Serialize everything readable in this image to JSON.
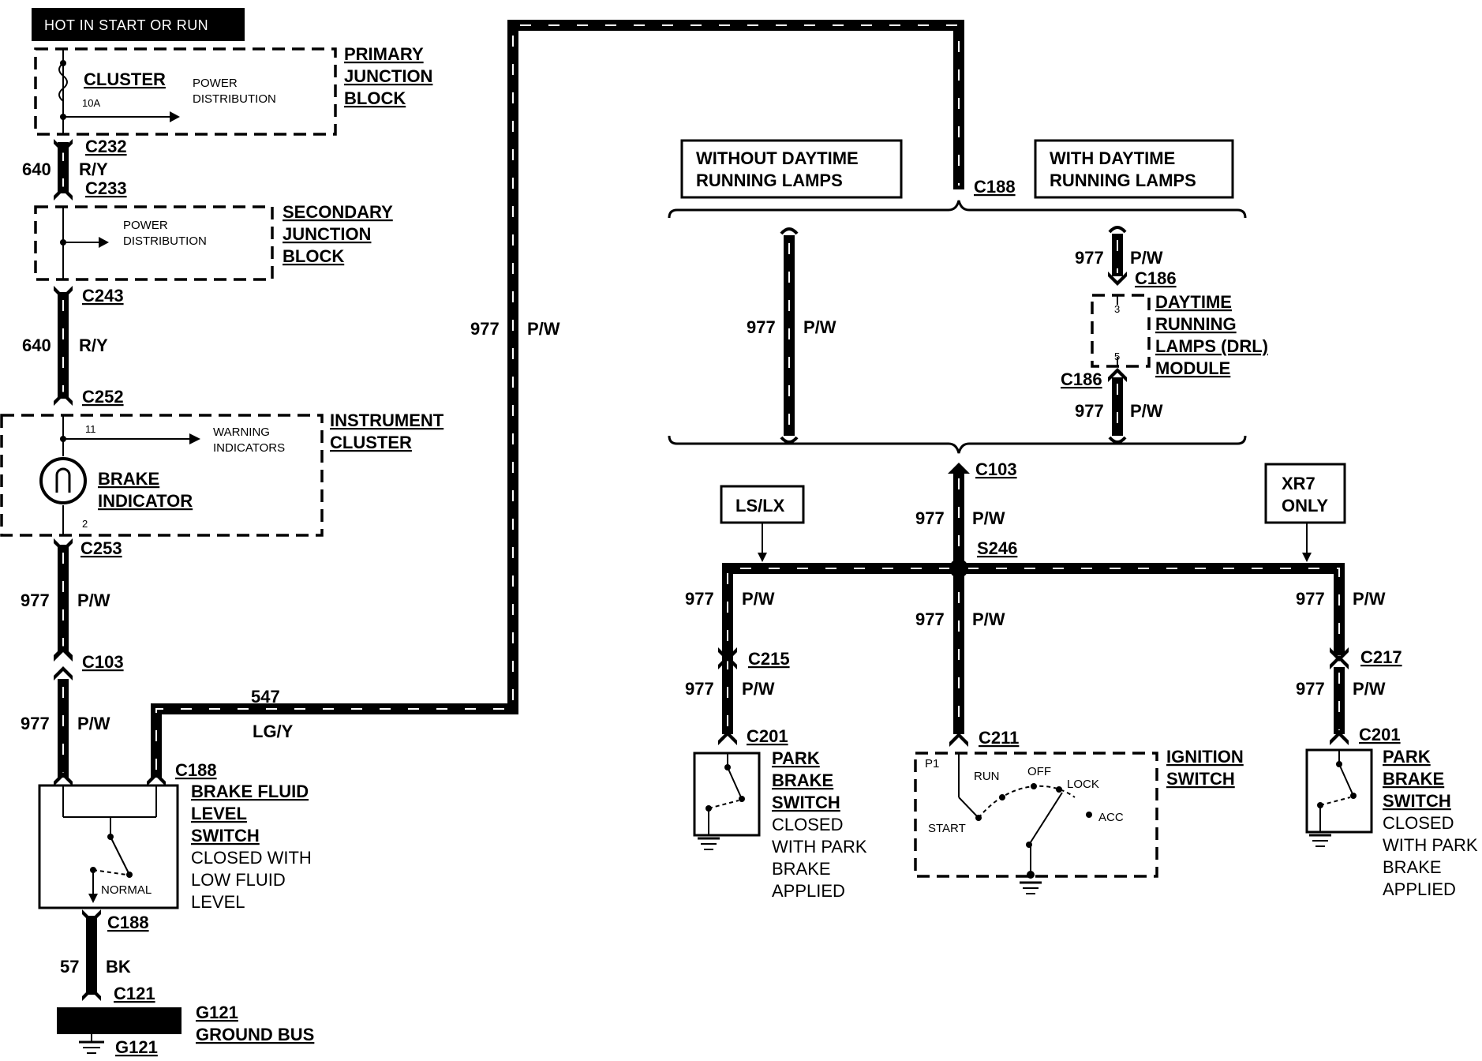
{
  "header": {
    "text": "HOT IN START OR RUN"
  },
  "components": {
    "primary_block": {
      "line1": "PRIMARY",
      "line2": "JUNCTION",
      "line3": "BLOCK",
      "fuse_name": "CLUSTER",
      "fuse_rating": "10A",
      "dist_line1": "POWER",
      "dist_line2": "DISTRIBUTION"
    },
    "secondary_block": {
      "line1": "SECONDARY",
      "line2": "JUNCTION",
      "line3": "BLOCK",
      "dist_line1": "POWER",
      "dist_line2": "DISTRIBUTION"
    },
    "instrument_cluster": {
      "line1": "INSTRUMENT",
      "line2": "CLUSTER",
      "pin_top": "11",
      "pin_bottom": "2",
      "warn_line1": "WARNING",
      "warn_line2": "INDICATORS",
      "bulb_line1": "BRAKE",
      "bulb_line2": "INDICATOR"
    },
    "brake_fluid_switch": {
      "line1": "BRAKE FLUID",
      "line2": "LEVEL",
      "line3": "SWITCH",
      "desc1": "CLOSED WITH",
      "desc2": "LOW FLUID",
      "desc3": "LEVEL",
      "state": "NORMAL"
    },
    "ground_bus": {
      "id": "G121",
      "label": "GROUND BUS",
      "ground_id": "G121"
    },
    "drl_module": {
      "line1": "DAYTIME",
      "line2": "RUNNING",
      "line3": "LAMPS (DRL)",
      "line4": "MODULE",
      "pin_top": "3",
      "pin_bottom": "5"
    },
    "park_brake_left": {
      "line1": "PARK",
      "line2": "BRAKE",
      "line3": "SWITCH",
      "desc1": "CLOSED",
      "desc2": "WITH PARK",
      "desc3": "BRAKE",
      "desc4": "APPLIED"
    },
    "park_brake_right": {
      "line1": "PARK",
      "line2": "BRAKE",
      "line3": "SWITCH",
      "desc1": "CLOSED",
      "desc2": "WITH PARK",
      "desc3": "BRAKE",
      "desc4": "APPLIED"
    },
    "ignition_switch": {
      "line1": "IGNITION",
      "line2": "SWITCH",
      "pos_p1": "P1",
      "pos_run": "RUN",
      "pos_off": "OFF",
      "pos_lock": "LOCK",
      "pos_start": "START",
      "pos_acc": "ACC"
    }
  },
  "options": {
    "without_drl": {
      "line1": "WITHOUT DAYTIME",
      "line2": "RUNNING LAMPS"
    },
    "with_drl": {
      "line1": "WITH DAYTIME",
      "line2": "RUNNING LAMPS"
    },
    "ls_lx": "LS/LX",
    "xr7": {
      "line1": "XR7",
      "line2": "ONLY"
    }
  },
  "connectors": {
    "c232": "C232",
    "c233": "C233",
    "c243": "C243",
    "c252": "C252",
    "c253": "C253",
    "c103_left": "C103",
    "c188_left": "C188",
    "c188_bottom": "C188",
    "c121": "C121",
    "c188_top": "C188",
    "c186_top": "C186",
    "c186_bottom": "C186",
    "c103_center": "C103",
    "s246": "S246",
    "c215": "C215",
    "c217": "C217",
    "c201_left": "C201",
    "c211": "C211",
    "c201_right": "C201"
  },
  "wires": {
    "w640_a": {
      "circuit": "640",
      "color": "R/Y"
    },
    "w640_b": {
      "circuit": "640",
      "color": "R/Y"
    },
    "w977_a": {
      "circuit": "977",
      "color": "P/W"
    },
    "w977_b": {
      "circuit": "977",
      "color": "P/W"
    },
    "w547": {
      "circuit": "547",
      "color": "LG/Y"
    },
    "w977_riser": {
      "circuit": "977",
      "color": "P/W"
    },
    "w977_nodrl": {
      "circuit": "977",
      "color": "P/W"
    },
    "w977_drl_in": {
      "circuit": "977",
      "color": "P/W"
    },
    "w977_drl_out": {
      "circuit": "977",
      "color": "P/W"
    },
    "w977_c103": {
      "circuit": "977",
      "color": "P/W"
    },
    "w977_left_a": {
      "circuit": "977",
      "color": "P/W"
    },
    "w977_left_b": {
      "circuit": "977",
      "color": "P/W"
    },
    "w977_center": {
      "circuit": "977",
      "color": "P/W"
    },
    "w977_right_a": {
      "circuit": "977",
      "color": "P/W"
    },
    "w977_right_b": {
      "circuit": "977",
      "color": "P/W"
    },
    "w57": {
      "circuit": "57",
      "color": "BK"
    }
  }
}
